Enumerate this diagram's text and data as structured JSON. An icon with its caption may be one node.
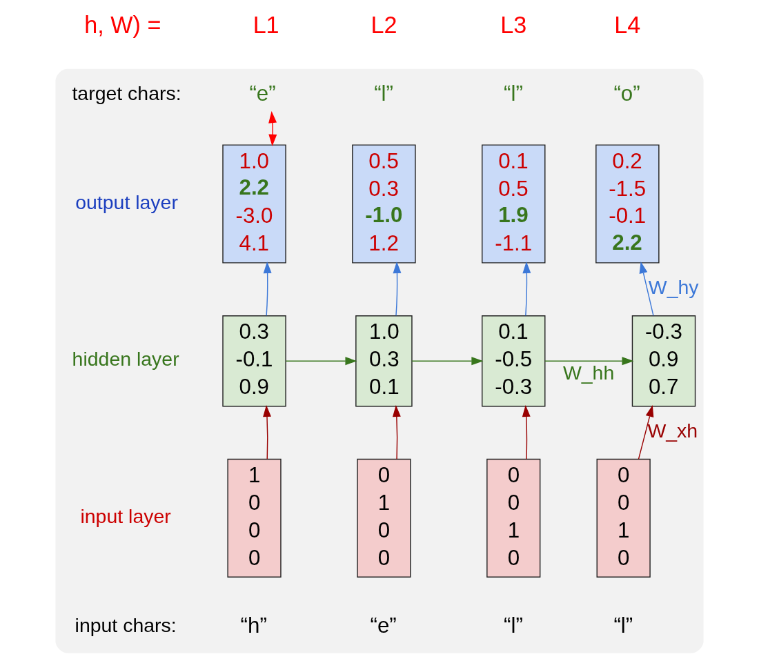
{
  "diagram": {
    "nodes": [
      {
        "text": [],
        "shape": "box"
      },
      {
        "text": [
          "“e”"
        ],
        "in": 0
      },
      {
        "text": [
          "“l”"
        ],
        "in": 0
      },
      {
        "text": [
          "“l”"
        ],
        "in": 0
      },
      {
        "text": [
          "“o”"
        ],
        "in": 0
      },
      {
        "text": [
          "1.0",
          "2.2",
          "-3.0",
          "4.1"
        ],
        "in": 0
      },
      {
        "text": [
          "0.5",
          "0.3",
          "-1.0",
          "1.2"
        ],
        "in": 0
      },
      {
        "text": [
          "0.1",
          "0.5",
          "1.9",
          "-1.1"
        ],
        "in": 0
      },
      {
        "text": [
          "0.2",
          "-1.5",
          "-0.1",
          "2.2"
        ],
        "in": 0
      },
      {
        "text": [
          "0.3",
          "-0.1",
          "0.9"
        ],
        "in": 0
      },
      {
        "text": [
          "1.0",
          "0.3",
          "0.1"
        ],
        "in": 0
      },
      {
        "text": [
          "0.1",
          "-0.5",
          "-0.3"
        ],
        "in": 0
      },
      {
        "text": [
          "-0.3",
          "0.9",
          "0.7"
        ],
        "in": 0
      },
      {
        "text": [
          "1",
          "0",
          "0",
          "0"
        ],
        "in": 0
      },
      {
        "text": [
          "0",
          "1",
          "0",
          "0"
        ],
        "in": 0
      },
      {
        "text": [
          "0",
          "0",
          "1",
          "0"
        ],
        "in": 0
      },
      {
        "text": [
          "0",
          "0",
          "1",
          "0"
        ],
        "in": 0
      },
      {
        "text": [
          "“h”"
        ],
        "in": 0
      },
      {
        "text": [
          "“e”"
        ],
        "in": 0
      },
      {
        "text": [
          "“l”"
        ],
        "in": 0
      },
      {
        "text": [
          "“l”"
        ],
        "in": 0
      }
    ],
    "edges": [
      {
        "from": 9,
        "to": 5,
        "arrow": "to",
        "color": "#3c78d8"
      },
      {
        "from": 10,
        "to": 6,
        "arrow": "to",
        "color": "#3c78d8"
      },
      {
        "from": 11,
        "to": 7,
        "arrow": "to",
        "color": "#3c78d8"
      },
      {
        "from": 12,
        "to": 8,
        "arrow": "to",
        "color": "#3c78d8",
        "label": "W_hy"
      },
      {
        "from": 9,
        "to": 10,
        "arrow": "to",
        "color": "#38761d"
      },
      {
        "from": 10,
        "to": 11,
        "arrow": "to",
        "color": "#38761d"
      },
      {
        "from": 11,
        "to": 12,
        "arrow": "to",
        "color": "#38761d",
        "label": "W_hh"
      },
      {
        "from": 13,
        "to": 9,
        "arrow": "to",
        "color": "#990000"
      },
      {
        "from": 14,
        "to": 10,
        "arrow": "to",
        "color": "#990000"
      },
      {
        "from": 15,
        "to": 11,
        "arrow": "to",
        "color": "#990000"
      },
      {
        "from": 16,
        "to": 12,
        "arrow": "to",
        "color": "#990000",
        "label": "W_xh"
      },
      {
        "from": 1,
        "to": 5,
        "arrow": "both",
        "color": "#ff0000"
      }
    ],
    "labels": [
      "h, W) =",
      "L1",
      "L2",
      "L3",
      "L4",
      "target chars:",
      "output layer",
      "hidden layer",
      "input layer",
      "input chars:"
    ]
  }
}
